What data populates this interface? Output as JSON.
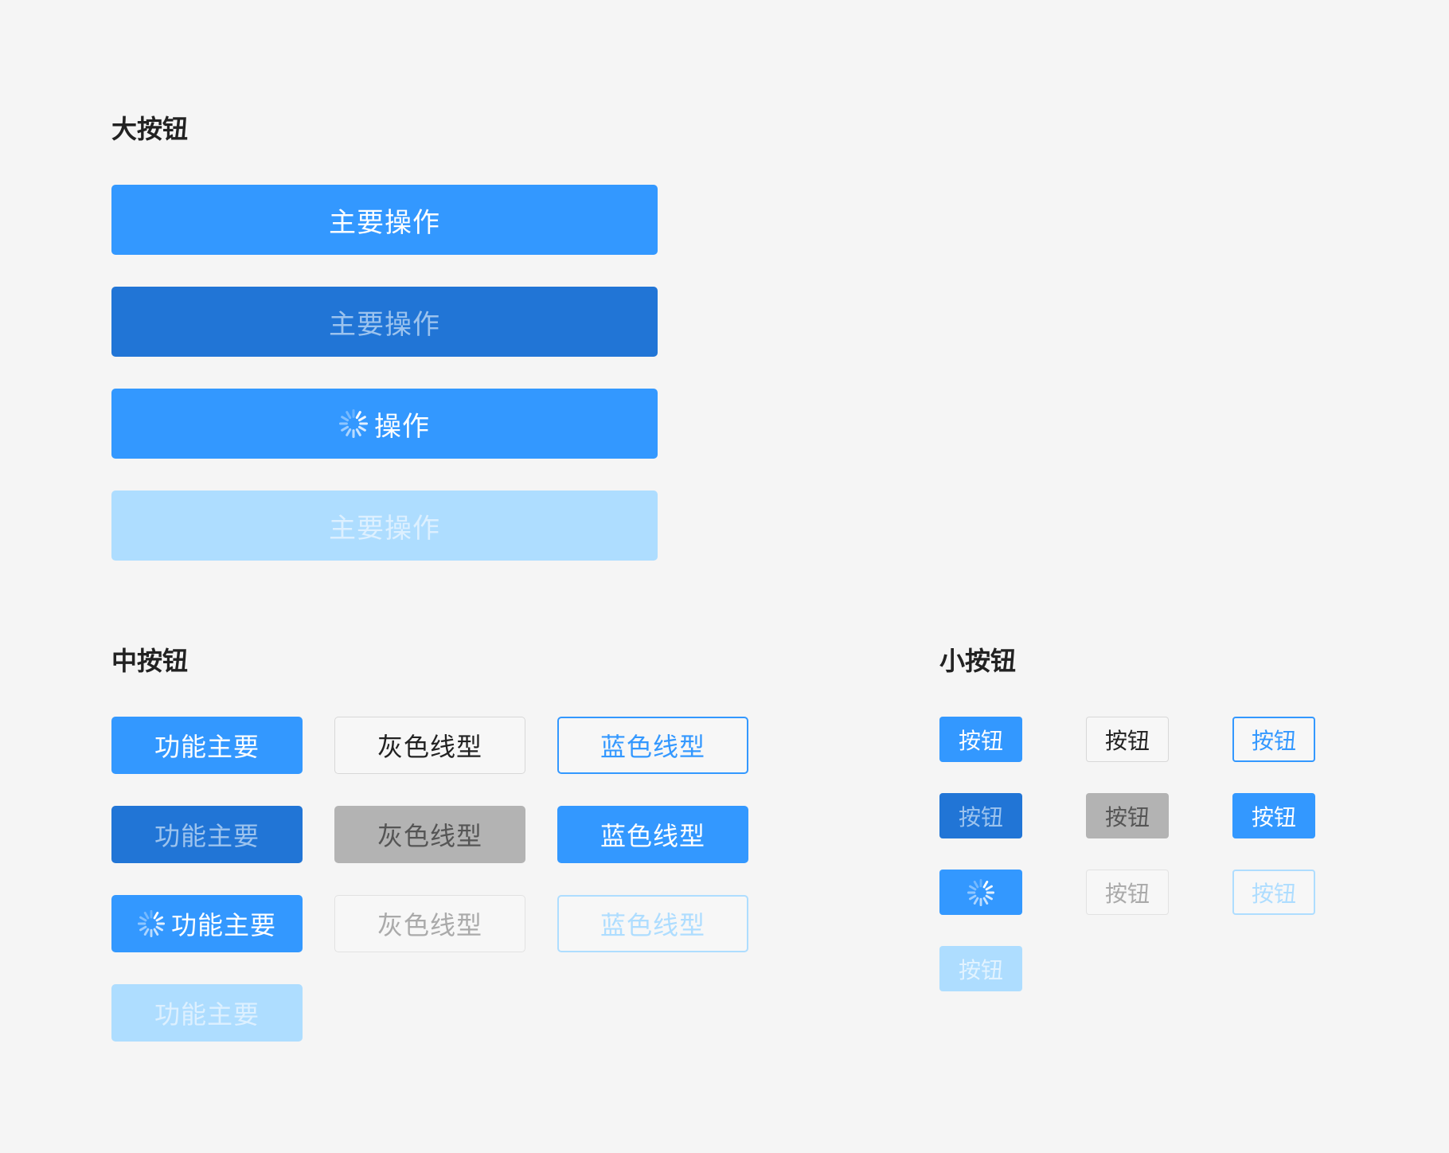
{
  "large": {
    "title": "大按钮",
    "buttons": [
      {
        "label": "主要操作",
        "state": "normal"
      },
      {
        "label": "主要操作",
        "state": "active"
      },
      {
        "label": "操作",
        "state": "loading"
      },
      {
        "label": "主要操作",
        "state": "disabled"
      }
    ]
  },
  "medium": {
    "title": "中按钮",
    "primary": {
      "normal": "功能主要",
      "active": "功能主要",
      "loading": "功能主要",
      "disabled": "功能主要"
    },
    "gray": {
      "normal": "灰色线型",
      "active": "灰色线型",
      "disabled": "灰色线型"
    },
    "blue": {
      "normal": "蓝色线型",
      "active": "蓝色线型",
      "disabled": "蓝色线型"
    }
  },
  "small": {
    "title": "小按钮",
    "primary": {
      "normal": "按钮",
      "active": "按钮",
      "disabled": "按钮"
    },
    "gray": {
      "normal": "按钮",
      "active": "按钮",
      "disabled": "按钮"
    },
    "blue": {
      "normal": "按钮",
      "active": "按钮",
      "disabled": "按钮"
    }
  },
  "icons": {
    "loading": "loading-spinner-icon"
  },
  "colors": {
    "primary": "#3398ff",
    "primary_active": "#2175d6",
    "primary_disabled": "#aeddff",
    "gray_active": "#b3b3b3",
    "background": "#f5f5f5"
  }
}
